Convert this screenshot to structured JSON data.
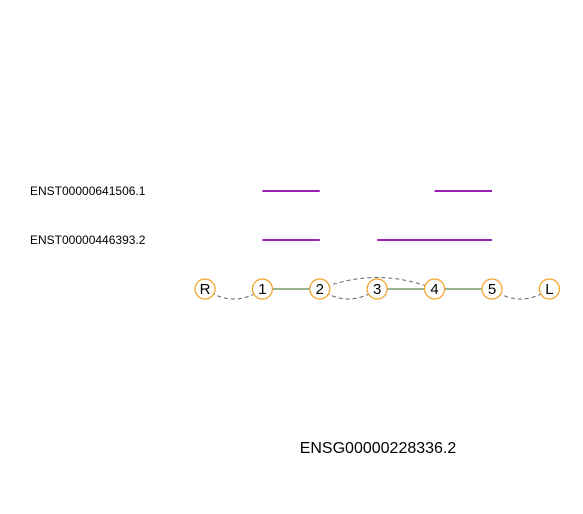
{
  "gene_id": "ENSG00000228336.2",
  "transcripts": [
    {
      "id": "ENST00000641506.1",
      "segments": [
        [
          1,
          2
        ],
        [
          4,
          5
        ]
      ]
    },
    {
      "id": "ENST00000446393.2",
      "segments": [
        [
          1,
          2
        ],
        [
          3,
          5
        ]
      ]
    }
  ],
  "nodes": [
    "R",
    "1",
    "2",
    "3",
    "4",
    "5",
    "L"
  ],
  "solid_edges": [
    [
      "1",
      "2"
    ],
    [
      "3",
      "4"
    ],
    [
      "4",
      "5"
    ]
  ],
  "dashed_edges": [
    {
      "from": "R",
      "to": "1",
      "arc": "below"
    },
    {
      "from": "2",
      "to": "3",
      "arc": "below"
    },
    {
      "from": "2",
      "to": "4",
      "arc": "above"
    },
    {
      "from": "5",
      "to": "L",
      "arc": "below"
    }
  ],
  "colors": {
    "node_outline": "#f2a024",
    "exon_segment": "#9a1fb8",
    "solid_edge": "#2e6b1f",
    "dashed_edge": "#666666"
  }
}
